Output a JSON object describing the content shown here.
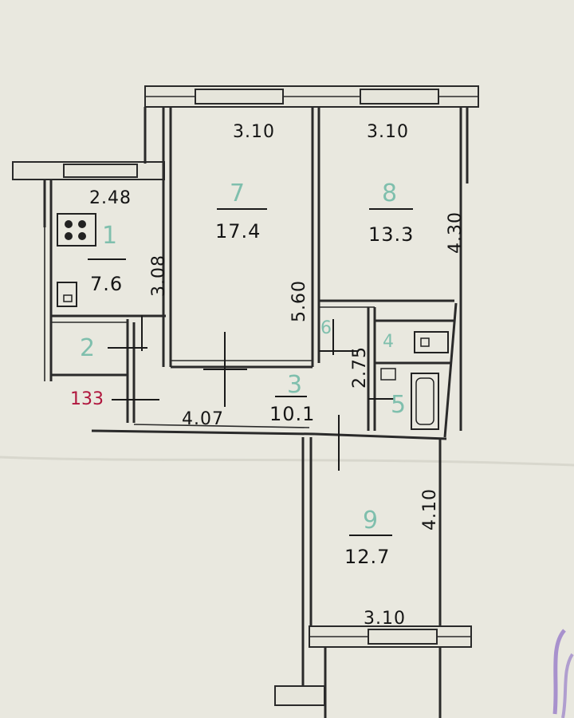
{
  "rooms": [
    {
      "id": "1",
      "number": "1",
      "area": "7.6",
      "width": "2.48",
      "length": "3.08"
    },
    {
      "id": "2",
      "number": "2",
      "area_note": "133"
    },
    {
      "id": "3",
      "number": "3",
      "area": "10.1",
      "width": "4.07",
      "length": "2.75"
    },
    {
      "id": "4",
      "number": "4"
    },
    {
      "id": "5",
      "number": "5"
    },
    {
      "id": "6",
      "number": "6"
    },
    {
      "id": "7",
      "number": "7",
      "area": "17.4",
      "width": "3.10",
      "length": "5.60"
    },
    {
      "id": "8",
      "number": "8",
      "area": "13.3",
      "width": "3.10",
      "length": "4.30"
    },
    {
      "id": "9",
      "number": "9",
      "area": "12.7",
      "width": "3.10",
      "length": "4.10"
    }
  ],
  "colors": {
    "paper": "#e9e8df",
    "ink": "#151515",
    "room_number": "#7fbfad",
    "red_note": "#b0163d",
    "stamp": "#8b6cc4"
  }
}
